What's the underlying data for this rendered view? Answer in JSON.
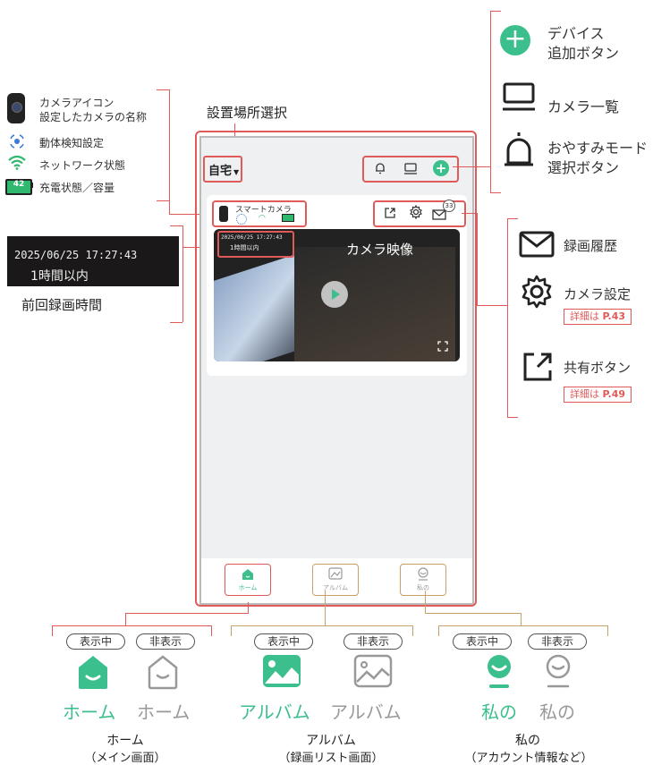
{
  "legend": {
    "items": [
      "カメラアイコン",
      "設定したカメラの名称",
      "動体検知設定",
      "ネットワーク状態",
      "充電状態／容量"
    ],
    "battery_text": "42"
  },
  "location": {
    "title": "設置場所選択"
  },
  "timestamp_zoom": {
    "date": "2025/06/25 17:27:43",
    "ago": "1時間以内",
    "caption": "前回録画時間"
  },
  "right_panel": {
    "add_device_line1": "デバイス",
    "add_device_line2": "追加ボタン",
    "camera_list": "カメラ一覧",
    "sleep_line1": "おやすみモード",
    "sleep_line2": "選択ボタン",
    "history": "録画履歴",
    "camera_settings": "カメラ設定",
    "detail_settings": "詳細は",
    "detail_settings_page": "P.43",
    "share": "共有ボタン",
    "detail_share": "詳細は",
    "detail_share_page": "P.49"
  },
  "phone": {
    "location_select": "自宅",
    "camera_name": "スマートカメラ",
    "badge": "33",
    "overlay_date": "2025/06/25 17:27:43",
    "overlay_ago": "1時間以内",
    "video_label": "カメラ映像",
    "tabs": [
      "ホーム",
      "アルバム",
      "私の"
    ]
  },
  "bottom": {
    "shown": "表示中",
    "hidden": "非表示",
    "home_label": "ホーム",
    "album_label": "アルバム",
    "mine_label": "私の",
    "home_caption1": "ホーム",
    "home_caption2": "（メイン画面）",
    "album_caption1": "アルバム",
    "album_caption2": "（録画リスト画面）",
    "mine_caption1": "私の",
    "mine_caption2": "（アカウント情報など）"
  },
  "colors": {
    "accent": "#3bbf8c",
    "highlight": "#e05a5a",
    "tab_line": "#c8a06a",
    "inactive": "#999999"
  }
}
